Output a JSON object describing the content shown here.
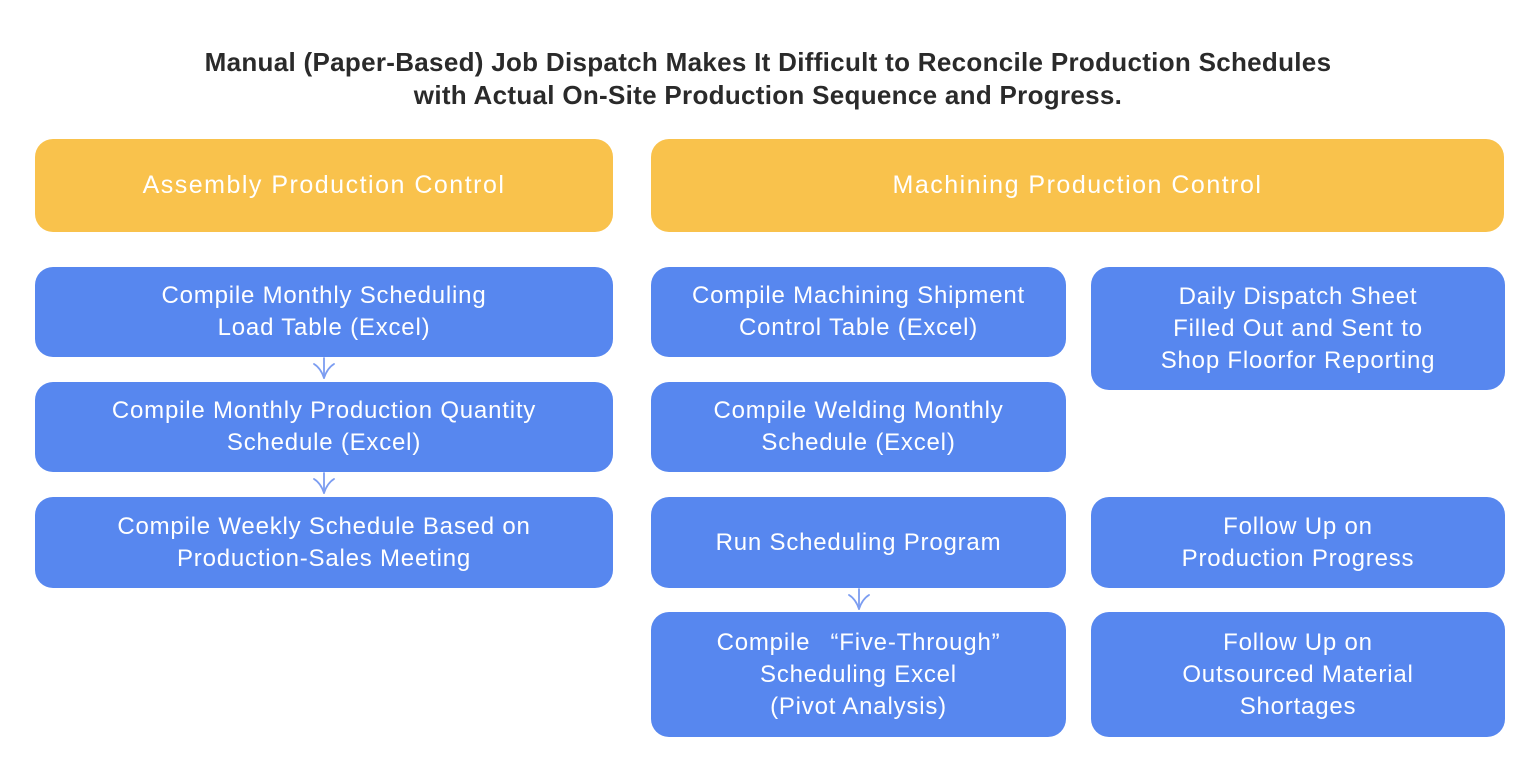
{
  "title": {
    "line1": "Manual (Paper-Based) Job Dispatch Makes It Difficult to Reconcile Production Schedules",
    "line2": "with Actual On-Site Production Sequence and Progress."
  },
  "colors": {
    "header_bg": "#F9C24C",
    "box_bg": "#5787EF",
    "arrow": "#7C9DF1",
    "title_text": "#2A2A2A",
    "box_text": "#FFFFFF"
  },
  "assembly": {
    "header": "Assembly Production Control",
    "steps": [
      {
        "lines": [
          "Compile Monthly Scheduling",
          "Load Table (Excel)"
        ]
      },
      {
        "lines": [
          "Compile Monthly Production Quantity",
          "Schedule (Excel)"
        ]
      },
      {
        "lines": [
          "Compile Weekly Schedule Based on",
          "Production-Sales Meeting"
        ]
      }
    ]
  },
  "machining": {
    "header": "Machining Production Control",
    "left_steps": [
      {
        "lines": [
          "Compile Machining Shipment",
          "Control Table (Excel)"
        ]
      },
      {
        "lines": [
          "Compile Welding Monthly",
          "Schedule (Excel)"
        ]
      },
      {
        "lines": [
          "Run Scheduling Program"
        ]
      },
      {
        "lines": [
          "Compile  “Five-Through”",
          "Scheduling Excel",
          "(Pivot Analysis)"
        ]
      }
    ],
    "right_steps": [
      {
        "lines": [
          "Daily Dispatch Sheet",
          "Filled Out and Sent to",
          "Shop Floorfor Reporting"
        ]
      },
      {
        "lines": [
          "Follow Up on",
          "Production Progress"
        ]
      },
      {
        "lines": [
          "Follow Up on",
          "Outsourced Material",
          "Shortages"
        ]
      }
    ]
  }
}
